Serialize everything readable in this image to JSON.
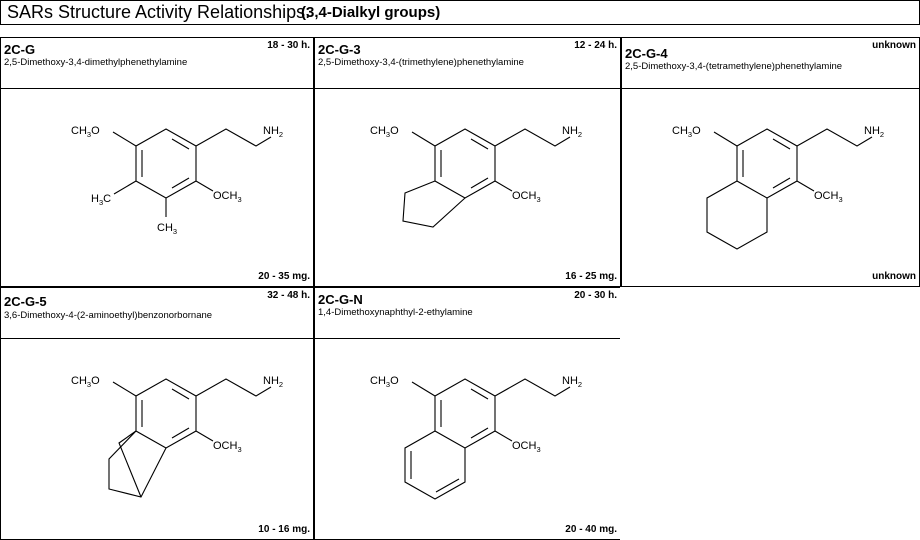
{
  "title": {
    "main": "SARs Structure Activity Relationships:",
    "sub": "(3,4-Dialkyl groups)"
  },
  "compounds": [
    {
      "name": "2C-G",
      "duration": "18 - 30 h.",
      "iupac": "2,5-Dimethoxy-3,4-dimethylphenethylamine",
      "dose": "20 - 35 mg.",
      "labels": {
        "top": "CH",
        "topsub": "3",
        "topo": "O",
        "amine": "NH",
        "aminesub": "2",
        "och": "OCH",
        "ochsub": "3",
        "h3c": "H",
        "h3csub": "3",
        "h3cc": "C",
        "ch3": "CH",
        "ch3sub": "3"
      }
    },
    {
      "name": "2C-G-3",
      "duration": "12 - 24 h.",
      "iupac": "2,5-Dimethoxy-3,4-(trimethylene)phenethylamine",
      "dose": "16 - 25 mg.",
      "labels": {
        "top": "CH",
        "topsub": "3",
        "topo": "O",
        "amine": "NH",
        "aminesub": "2",
        "och": "OCH",
        "ochsub": "3"
      }
    },
    {
      "name": "2C-G-4",
      "duration": "unknown",
      "iupac": "2,5-Dimethoxy-3,4-(tetramethylene)phenethylamine",
      "dose": "unknown",
      "labels": {
        "top": "CH",
        "topsub": "3",
        "topo": "O",
        "amine": "NH",
        "aminesub": "2",
        "och": "OCH",
        "ochsub": "3"
      }
    },
    {
      "name": "2C-G-5",
      "duration": "32 - 48 h.",
      "iupac": "3,6-Dimethoxy-4-(2-aminoethyl)benzonorbornane",
      "dose": "10 - 16 mg.",
      "labels": {
        "top": "CH",
        "topsub": "3",
        "topo": "O",
        "amine": "NH",
        "aminesub": "2",
        "och": "OCH",
        "ochsub": "3"
      }
    },
    {
      "name": "2C-G-N",
      "duration": "20 - 30 h.",
      "iupac": "1,4-Dimethoxynaphthyl-2-ethylamine",
      "dose": "20 - 40 mg.",
      "labels": {
        "top": "CH",
        "topsub": "3",
        "topo": "O",
        "amine": "NH",
        "aminesub": "2",
        "och": "OCH",
        "ochsub": "3"
      }
    }
  ]
}
